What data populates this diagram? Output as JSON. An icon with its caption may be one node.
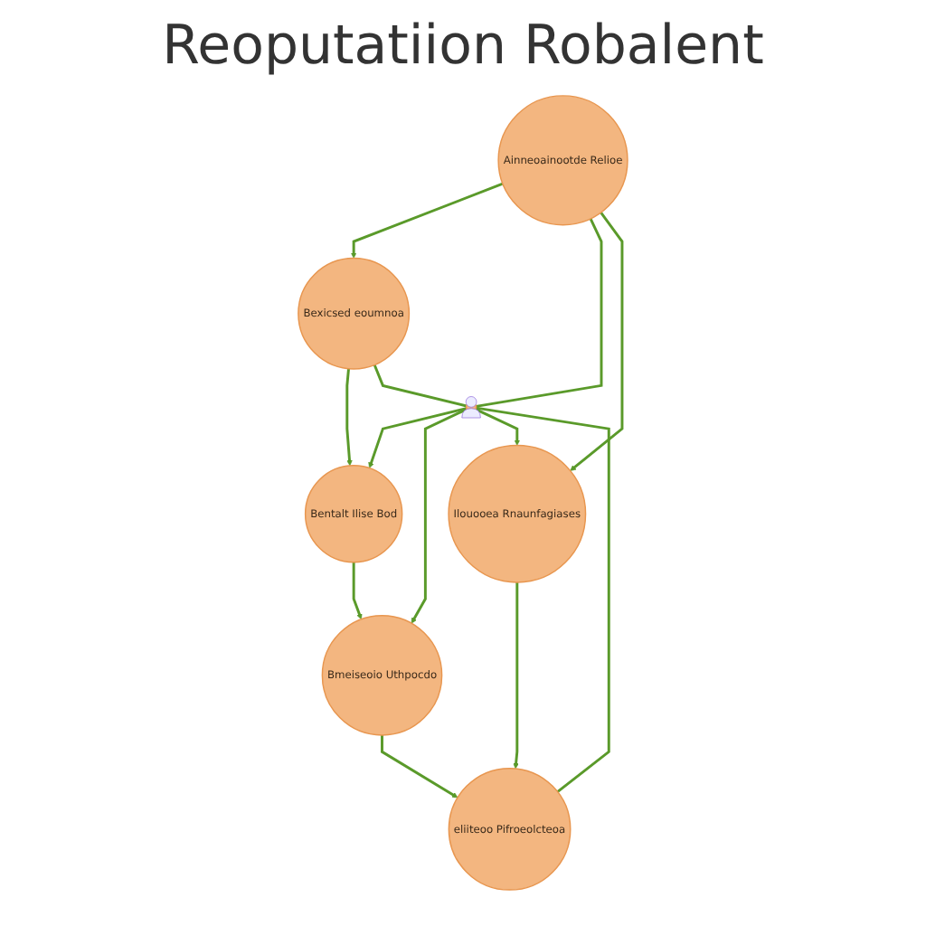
{
  "diagram": {
    "title": "Reoputatiion Robalent",
    "nodes": [
      {
        "text": [
          "Bexicsed eoumnoa"
        ]
      },
      {
        "text": [
          "Bentalt Ilise Bod"
        ]
      },
      {
        "text": [
          "Ainneoainootde Relioe"
        ]
      },
      {
        "text": [],
        "shape": "person"
      },
      {
        "text": [
          "Bmeiseoio Uthpocdo"
        ]
      },
      {
        "text": [
          "Ilouooea Rnaunfagiases"
        ]
      },
      {
        "text": [
          "eliiteoo Pifroeolcteoa"
        ]
      }
    ],
    "edges": [
      {
        "from": 0,
        "to": 1,
        "arrow": "to"
      },
      {
        "from": 2,
        "to": 0,
        "arrow": "to"
      },
      {
        "from": 0,
        "to": 3,
        "arrow": "none"
      },
      {
        "from": 3,
        "to": 1,
        "arrow": "to"
      },
      {
        "from": 1,
        "to": 4,
        "arrow": "to"
      },
      {
        "from": 2,
        "to": 3,
        "arrow": "none"
      },
      {
        "from": 3,
        "to": 4,
        "arrow": "to"
      },
      {
        "from": 2,
        "to": 5,
        "arrow": "to"
      },
      {
        "from": 3,
        "to": 5,
        "arrow": "to"
      },
      {
        "from": 3,
        "to": 6,
        "arrow": "none"
      },
      {
        "from": 4,
        "to": 6,
        "arrow": "to"
      },
      {
        "from": 5,
        "to": 6,
        "arrow": "to"
      }
    ]
  }
}
